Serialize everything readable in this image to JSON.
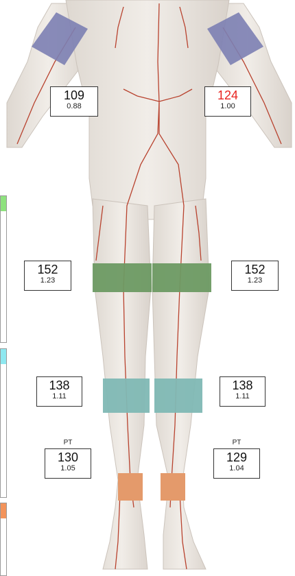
{
  "readings": {
    "right_arm": {
      "pressure": "109",
      "index": "0.88"
    },
    "left_arm": {
      "pressure": "124",
      "index": "1.00"
    },
    "right_thigh": {
      "pressure": "152",
      "index": "1.23"
    },
    "left_thigh": {
      "pressure": "152",
      "index": "1.23"
    },
    "right_calf": {
      "pressure": "138",
      "index": "1.11"
    },
    "left_calf": {
      "pressure": "138",
      "index": "1.11"
    },
    "right_ankle": {
      "site": "PT",
      "pressure": "130",
      "index": "1.05"
    },
    "left_ankle": {
      "site": "PT",
      "pressure": "129",
      "index": "1.04"
    }
  },
  "colors": {
    "arm_cuff": "#7c7fb2",
    "thigh_cuff": "#6d9a63",
    "calf_cuff": "#7fb8b4",
    "ankle_cuff": "#e49a6b",
    "highlight_pressure": "#e8231f",
    "panel_green": "#8ee27e",
    "panel_cyan": "#8ee8f0",
    "panel_orange": "#f3935a"
  }
}
